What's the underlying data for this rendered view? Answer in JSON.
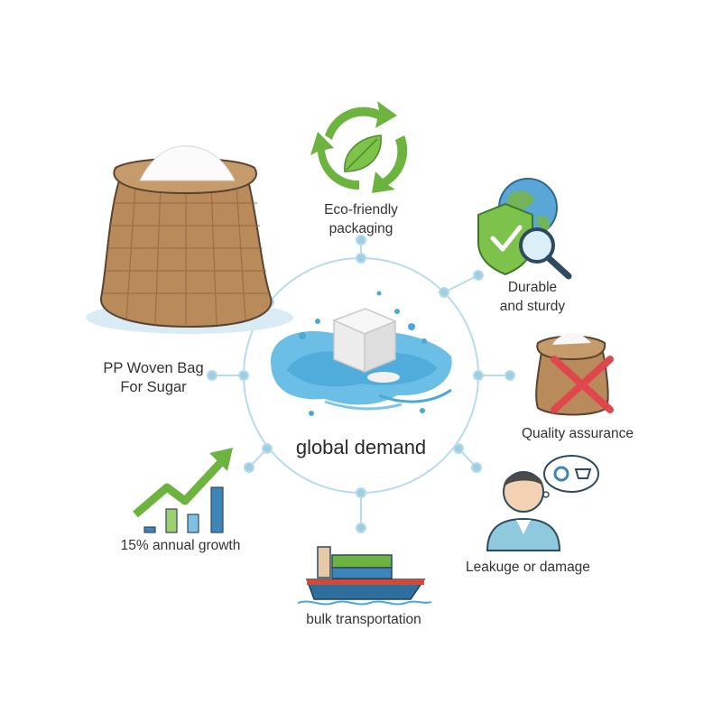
{
  "center": {
    "label": "global demand"
  },
  "nodes": {
    "product": {
      "lines": [
        "PP Woven Bag",
        "For Sugar"
      ],
      "icon": "sugar-sack-icon"
    },
    "eco": {
      "lines": [
        "Eco-friendly",
        "packaging"
      ],
      "icon": "recycle-leaf-icon"
    },
    "durable": {
      "lines": [
        "Durable",
        "and sturdy"
      ],
      "icon": "shield-globe-magnifier-icon"
    },
    "quality": {
      "lines": [
        "Quality assurance"
      ],
      "icon": "damaged-bag-cross-icon"
    },
    "leakage": {
      "lines": [
        "Leakuge or damage"
      ],
      "icon": "thinking-worker-icon"
    },
    "transport": {
      "lines": [
        "bulk transportation"
      ],
      "icon": "cargo-ship-icon"
    },
    "growth": {
      "lines": [
        "15% annual growth"
      ],
      "icon": "growth-chart-icon"
    }
  },
  "colors": {
    "ring": "#a9d3e6",
    "node": "#9fcde2",
    "water": "#4aa9d8",
    "burlap": "#b98a5a",
    "green": "#6cb33f",
    "bar_blue": "#3d84b8",
    "cross": "#e0474c"
  }
}
